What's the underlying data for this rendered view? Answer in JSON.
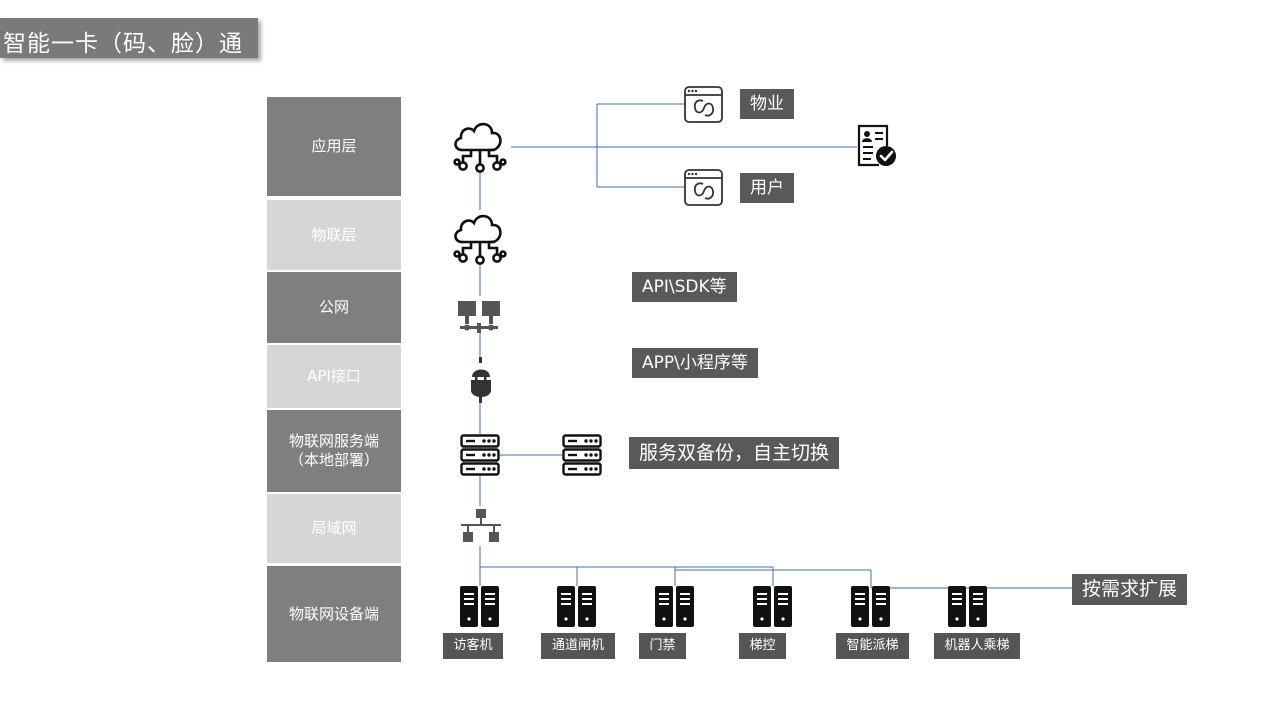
{
  "title": "智能一卡（码、脸）通",
  "layers": [
    {
      "label": "应用层"
    },
    {
      "label": "物联层"
    },
    {
      "label": "公网"
    },
    {
      "label": "API接口"
    },
    {
      "label": "物联网服务端\n（本地部署）"
    },
    {
      "label": "局域网"
    },
    {
      "label": "物联网设备端"
    }
  ],
  "apps": {
    "top": "物业",
    "bottom": "用户"
  },
  "notes": {
    "api": "API\\SDK等",
    "app": "APP\\小程序等",
    "backup": "服务双备份，自主切换",
    "expand": "按需求扩展"
  },
  "devices": [
    {
      "label": "访客机"
    },
    {
      "label": "通道闸机"
    },
    {
      "label": "门禁"
    },
    {
      "label": "梯控"
    },
    {
      "label": "智能派梯"
    },
    {
      "label": "机器人乘梯"
    }
  ],
  "icons": [
    "cloud-network-icon",
    "cloud-network-icon",
    "network-computers-icon",
    "plug-icon",
    "server-icon",
    "server-icon",
    "lan-switch-icon",
    "browser-window-icon",
    "id-card-check-icon",
    "device-terminal-icon"
  ],
  "colors": {
    "line": "#3f6fb0",
    "dark_layer": "#7f7f7f",
    "light_layer": "#d6d6d6",
    "label_bg": "#595959"
  }
}
